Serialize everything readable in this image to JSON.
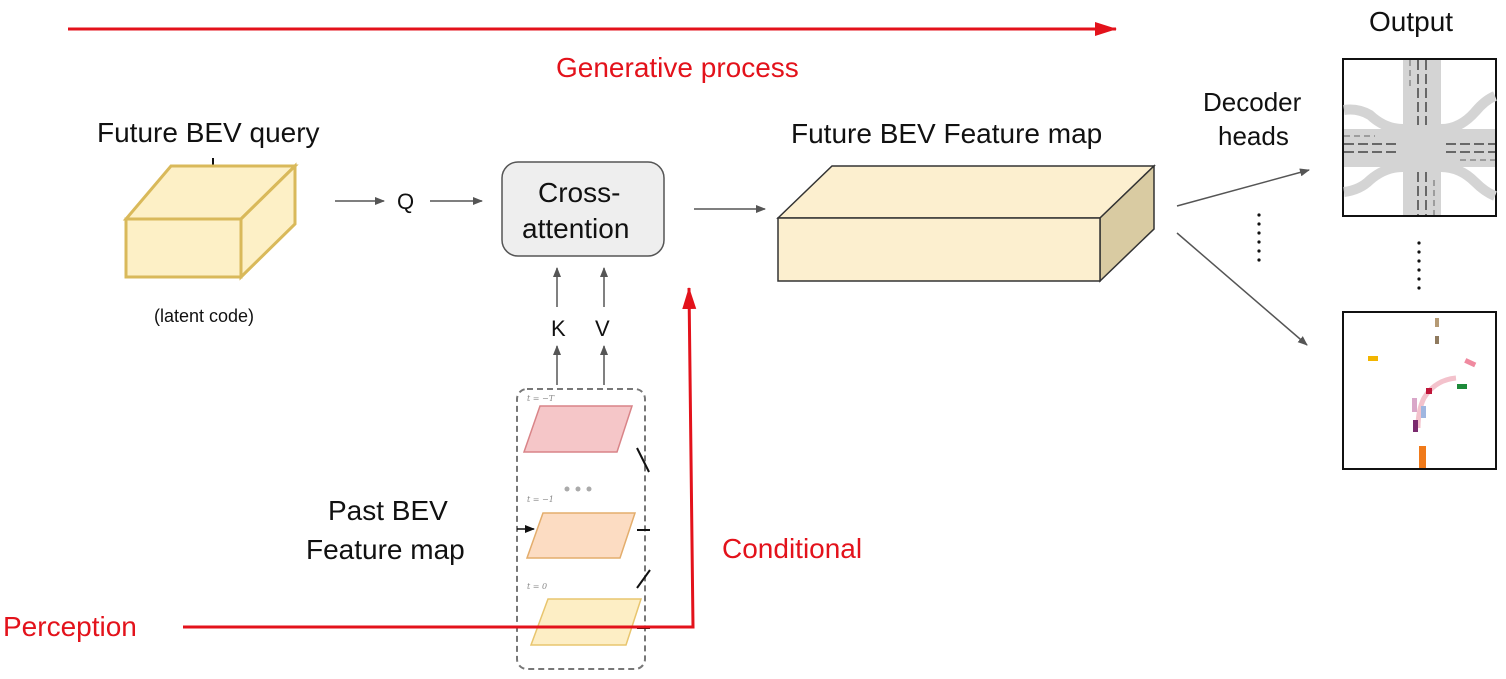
{
  "labels": {
    "generative": "Generative process",
    "future_query": "Future BEV query",
    "latent": "(latent code)",
    "q": "Q",
    "cross_attention_1": "Cross-",
    "cross_attention_2": "attention",
    "future_map": "Future BEV Feature map",
    "decoder_1": "Decoder",
    "decoder_2": "heads",
    "output": "Output",
    "k": "K",
    "v": "V",
    "past_1": "Past BEV",
    "past_2": "Feature map",
    "conditional": "Conditional",
    "perception": "Perception",
    "t_neg_T": "t = −T",
    "t_neg_1": "t = −1",
    "t_zero": "t = 0"
  },
  "colors": {
    "red": "#e3121b",
    "cube_fill": "#fdf0c6",
    "cube_stroke": "#d9b95a",
    "feature_fill": "#fcefcf",
    "feature_side": "#d9cba2",
    "box_fill": "#eeeeee",
    "arrow": "#555555"
  },
  "icons": {
    "road_output": "intersection-map-icon",
    "trajectory_output": "trajectory-map-icon"
  }
}
